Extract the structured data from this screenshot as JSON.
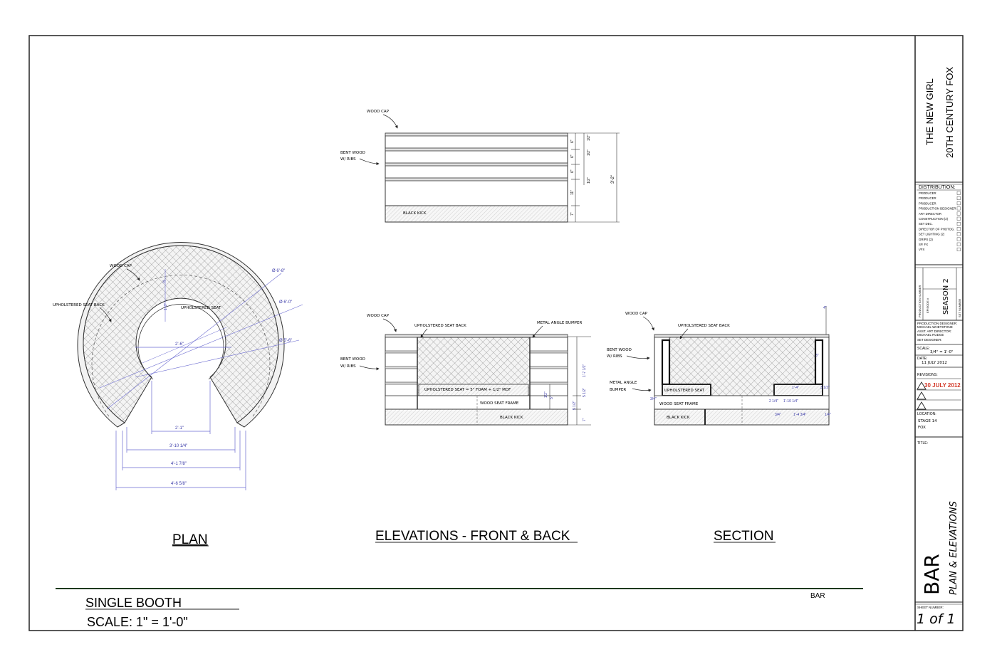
{
  "title_block": {
    "show": "THE NEW GIRL",
    "studio": "20TH CENTURY FOX",
    "distribution_heading": "DISTRIBUTION:",
    "distribution": [
      "PRODUCER",
      "PRODUCER",
      "PRODUCER",
      "PRODUCTION DESIGNER",
      "ART DIRECTOR",
      "CONSTRUCTION (2)",
      "SET DEC.",
      "DIRECTOR OF PHOTOG.",
      "SET LIGHTING (2)",
      "GRIPS (2)",
      "SP. FX",
      "VFX"
    ],
    "production_number_label": "PRODUCTION NUMBER",
    "episode_label": "EPISODE #",
    "season": "SEASON 2",
    "set_number_label": "SET NUMBER",
    "production_designer_label": "PRODUCTION DESIGNER:",
    "production_designer": "MICHAEL WHETSTONE",
    "asst_art_director_label": "ASST. ART DIRECTOR:",
    "asst_art_director": "MICHAEL RUDGE",
    "set_designer_label": "SET DESIGNER:",
    "scale_label": "SCALE:",
    "scale_value": "3/4\" = 1'-0\"",
    "date_label": "DATE:",
    "date_value": "11 JULY 2012",
    "revisions_label": "REVISIONS:",
    "revision_1": "30 JULY 2012",
    "location_label": "LOCATION:",
    "location_1": "STAGE 14",
    "location_2": "FOX",
    "title_label": "TITLE:",
    "set_title": "BAR",
    "sheet_subtitle": "PLAN & ELEVATIONS",
    "sheet_number_label": "SHEET NUMBER:",
    "sheet_number": "1 of 1"
  },
  "views": {
    "plan_title": "PLAN",
    "elevations_title": "ELEVATIONS - FRONT & BACK",
    "section_title": "SECTION"
  },
  "footer": {
    "booth": "SINGLE BOOTH",
    "scale": "SCALE: 1\" = 1'-0\"",
    "bar_label": "BAR"
  },
  "labels": {
    "wood_cap": "WOOD CAP",
    "bent_wood_1": "BENT WOOD",
    "bent_wood_2": "W/ RIBS",
    "black_kick": "BLACK KICK",
    "upholstered_seat_back": "UPHOLSTERED SEAT BACK",
    "upholstered_seat": "UPHOLSTERED SEAT",
    "metal_angle_bumper": "METAL ANGLE BUMPER",
    "metal_angle_1": "METAL ANGLE",
    "metal_angle_2": "BUMPER",
    "seat_note": "UPHOLSTERED SEAT = 5\" FOAM + 1/2\" MDF",
    "wood_seat_frame": "WOOD SEAT FRAME"
  },
  "dims": {
    "plan": {
      "d1": "Ø 6'-8\"",
      "d2": "Ø 6'-0\"",
      "d3": "Ø 5'-6\"",
      "w1": "2'-6\"",
      "w2": "2'-1\"",
      "w3": "3'-10 1/4\"",
      "w4": "4'-1 7/8\"",
      "w5": "4'-6 5/8\"",
      "t1": "3\"",
      "t2": "1'-3\""
    },
    "elev_top": {
      "a": "6\"",
      "b": "6\"",
      "c": "6\"",
      "d": "11\"",
      "e": "7\"",
      "f": "1/2\"",
      "g": "1/2\"",
      "h": "1/2\"",
      "total": "3'-2\""
    },
    "elev_front": {
      "a": "1'-7 1/2\"",
      "b": "5 1/2\"",
      "c": "5\"",
      "d": "1/2\"",
      "e": "7\"",
      "f": "5 1/2\""
    },
    "section": {
      "a": "4\"",
      "b": "3\"",
      "c": "1'-4\"",
      "d": "3 1/2\"",
      "e": "2 1/4\"",
      "f": "1'-10 1/4\"",
      "g": "3/4\"",
      "h": "1'-4 3/4\"",
      "i": "1/4\"",
      "j": "3/4\""
    }
  }
}
